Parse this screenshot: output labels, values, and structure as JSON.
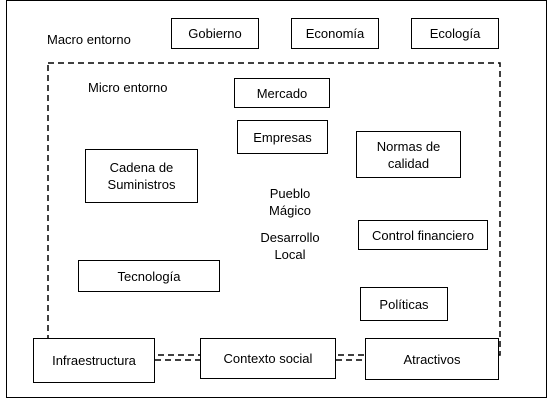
{
  "macro": {
    "label": "Macro entorno",
    "boxes": [
      "Gobierno",
      "Economía",
      "Ecología"
    ]
  },
  "micro": {
    "label": "Micro entorno",
    "boxes": {
      "mercado": "Mercado",
      "empresas": "Empresas",
      "normas": "Normas de\ncalidad",
      "cadena": "Cadena de\nSuministros",
      "control": "Control financiero",
      "tecnologia": "Tecnología",
      "politicas": "Políticas"
    },
    "center": {
      "pueblo": "Pueblo\nMágico",
      "desarrollo": "Desarrollo\nLocal"
    }
  },
  "bottom": {
    "boxes": [
      "Infraestructura",
      "Contexto social",
      "Atractivos"
    ]
  },
  "colors": {
    "stroke": "#000000",
    "background": "#ffffff"
  }
}
